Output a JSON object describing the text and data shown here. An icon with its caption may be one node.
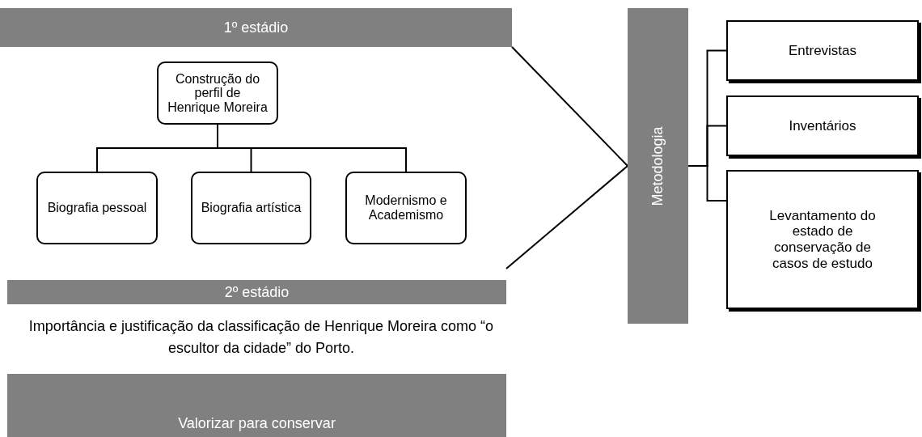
{
  "diagram": {
    "nodes": [
      {
        "text": [
          "1º estádio"
        ]
      },
      {
        "text": [
          "Construção do perfil de Henrique Moreira"
        ]
      },
      {
        "text": [
          "Biografia pessoal"
        ]
      },
      {
        "text": [
          "Biografia artística"
        ]
      },
      {
        "text": [
          "Modernismo e Academismo"
        ]
      },
      {
        "text": [
          "2º estádio"
        ]
      },
      {
        "text": [
          "Valorizar para conservar"
        ]
      },
      {
        "text": [
          "Metodologia"
        ]
      },
      {
        "text": [
          "Entrevistas"
        ]
      },
      {
        "text": [
          "Inventários"
        ]
      },
      {
        "text": [
          "Levantamento do estado de conservação de casos de estudo"
        ]
      }
    ],
    "edges": [
      {
        "from": 1,
        "to": 2,
        "arrow": "none"
      },
      {
        "from": 1,
        "to": 3,
        "arrow": "none"
      },
      {
        "from": 1,
        "to": 4,
        "arrow": "none"
      },
      {
        "from": 0,
        "to": 7,
        "arrow": "none"
      },
      {
        "from": 5,
        "to": 7,
        "arrow": "none"
      },
      {
        "from": 7,
        "to": 8,
        "arrow": "none"
      },
      {
        "from": 7,
        "to": 9,
        "arrow": "none"
      },
      {
        "from": 7,
        "to": 10,
        "arrow": "none"
      }
    ],
    "labels": [
      "Importância e justificação da classificação de Henrique Moreira como “o escultor da cidade” do Porto."
    ]
  }
}
